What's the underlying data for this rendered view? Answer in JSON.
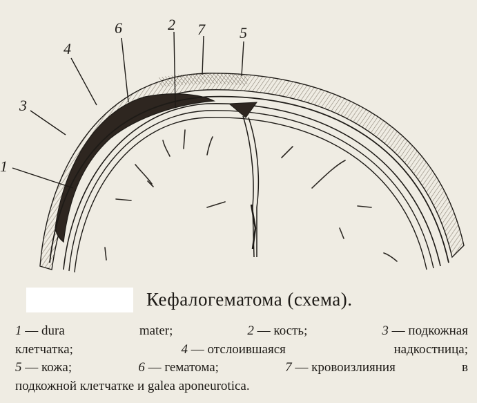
{
  "figure": {
    "labels": [
      {
        "id": "1",
        "text": "1"
      },
      {
        "id": "2",
        "text": "2"
      },
      {
        "id": "3",
        "text": "3"
      },
      {
        "id": "4",
        "text": "4"
      },
      {
        "id": "5",
        "text": "5"
      },
      {
        "id": "6",
        "text": "6"
      },
      {
        "id": "7",
        "text": "7"
      }
    ]
  },
  "caption": {
    "title": "Кефалогематома (схема).",
    "legend_lines": [
      [
        {
          "num": "1",
          "text": " — dura"
        },
        {
          "num": "",
          "text": "mater;"
        },
        {
          "num": "2",
          "text": " — кость;"
        },
        {
          "num": "3",
          "text": " — подкожная"
        }
      ],
      [
        {
          "num": "",
          "text": "клетчатка;"
        },
        {
          "num": "4",
          "text": " — отслоившаяся"
        },
        {
          "num": "",
          "text": "надкостница;"
        }
      ],
      [
        {
          "num": "5",
          "text": " — кожа;"
        },
        {
          "num": "6",
          "text": " — гематома;"
        },
        {
          "num": "7",
          "text": " — кровоизлияния"
        },
        {
          "num": "",
          "text": "в"
        }
      ],
      [
        {
          "num": "",
          "text": "подкожной клетчатке и galea aponeurotica."
        }
      ]
    ]
  },
  "colors": {
    "paper": "#efece3",
    "ink": "#1e1b17",
    "hematoma": "#2e2620",
    "skin_hatch": "#8a8274",
    "mask": "#ffffff"
  }
}
